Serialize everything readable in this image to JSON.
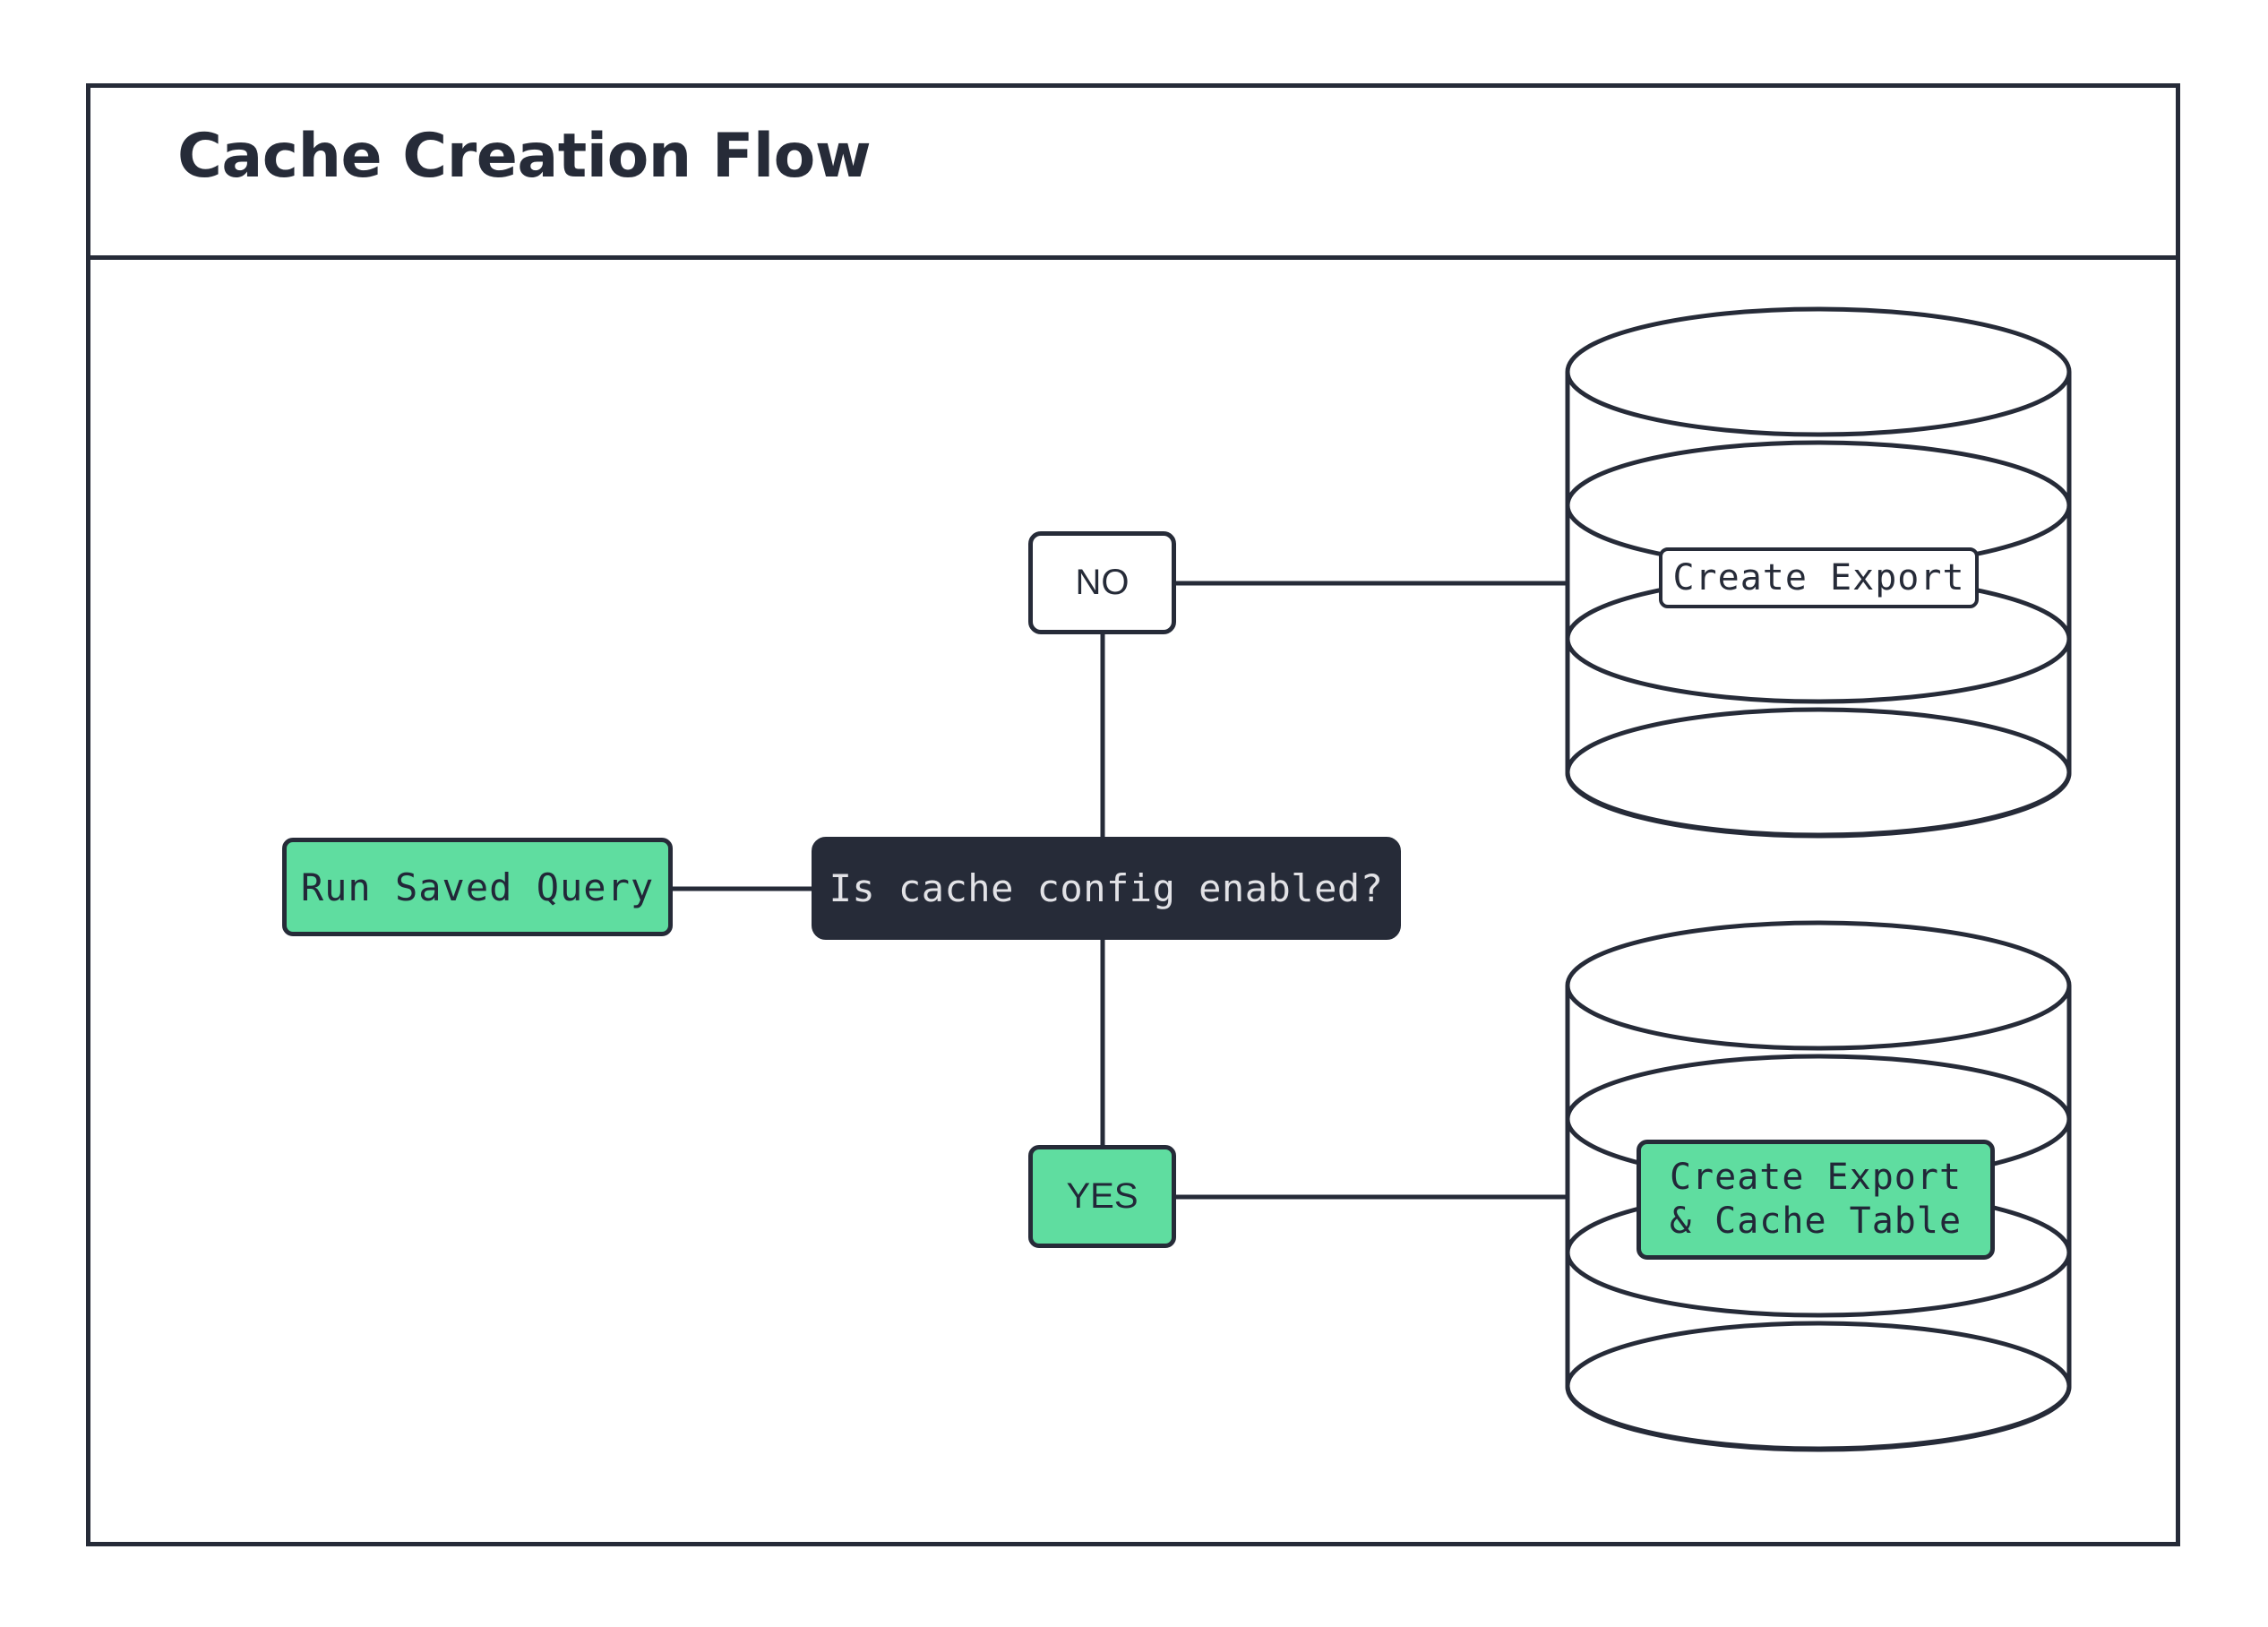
{
  "diagram": {
    "title": "Cache Creation Flow",
    "type": "flowchart",
    "colors": {
      "ink": "#262B38",
      "accent_green": "#5FDDA0",
      "dark_node_bg": "#262B38",
      "dark_node_text": "#E2E2E6",
      "canvas": "#FFFFFF"
    },
    "nodes": [
      {
        "id": "run-saved-query",
        "label": "Run Saved Query",
        "shape": "rounded-rect",
        "style": "green"
      },
      {
        "id": "decision",
        "label": "Is cache config enabled?",
        "shape": "rounded-rect",
        "style": "dark"
      },
      {
        "id": "branch-no",
        "label": "NO",
        "shape": "rounded-rect",
        "style": "white"
      },
      {
        "id": "branch-yes",
        "label": "YES",
        "shape": "rounded-rect",
        "style": "green"
      },
      {
        "id": "db-export",
        "label": "Create Export",
        "shape": "database-cylinder",
        "style": "white"
      },
      {
        "id": "db-export-cache",
        "label": "Create Export\n& Cache Table",
        "shape": "database-cylinder",
        "style": "green"
      }
    ],
    "edges": [
      {
        "from": "run-saved-query",
        "to": "decision",
        "label": ""
      },
      {
        "from": "decision",
        "to": "branch-no",
        "label": ""
      },
      {
        "from": "decision",
        "to": "branch-yes",
        "label": ""
      },
      {
        "from": "branch-no",
        "to": "db-export",
        "label": ""
      },
      {
        "from": "branch-yes",
        "to": "db-export-cache",
        "label": ""
      }
    ]
  }
}
